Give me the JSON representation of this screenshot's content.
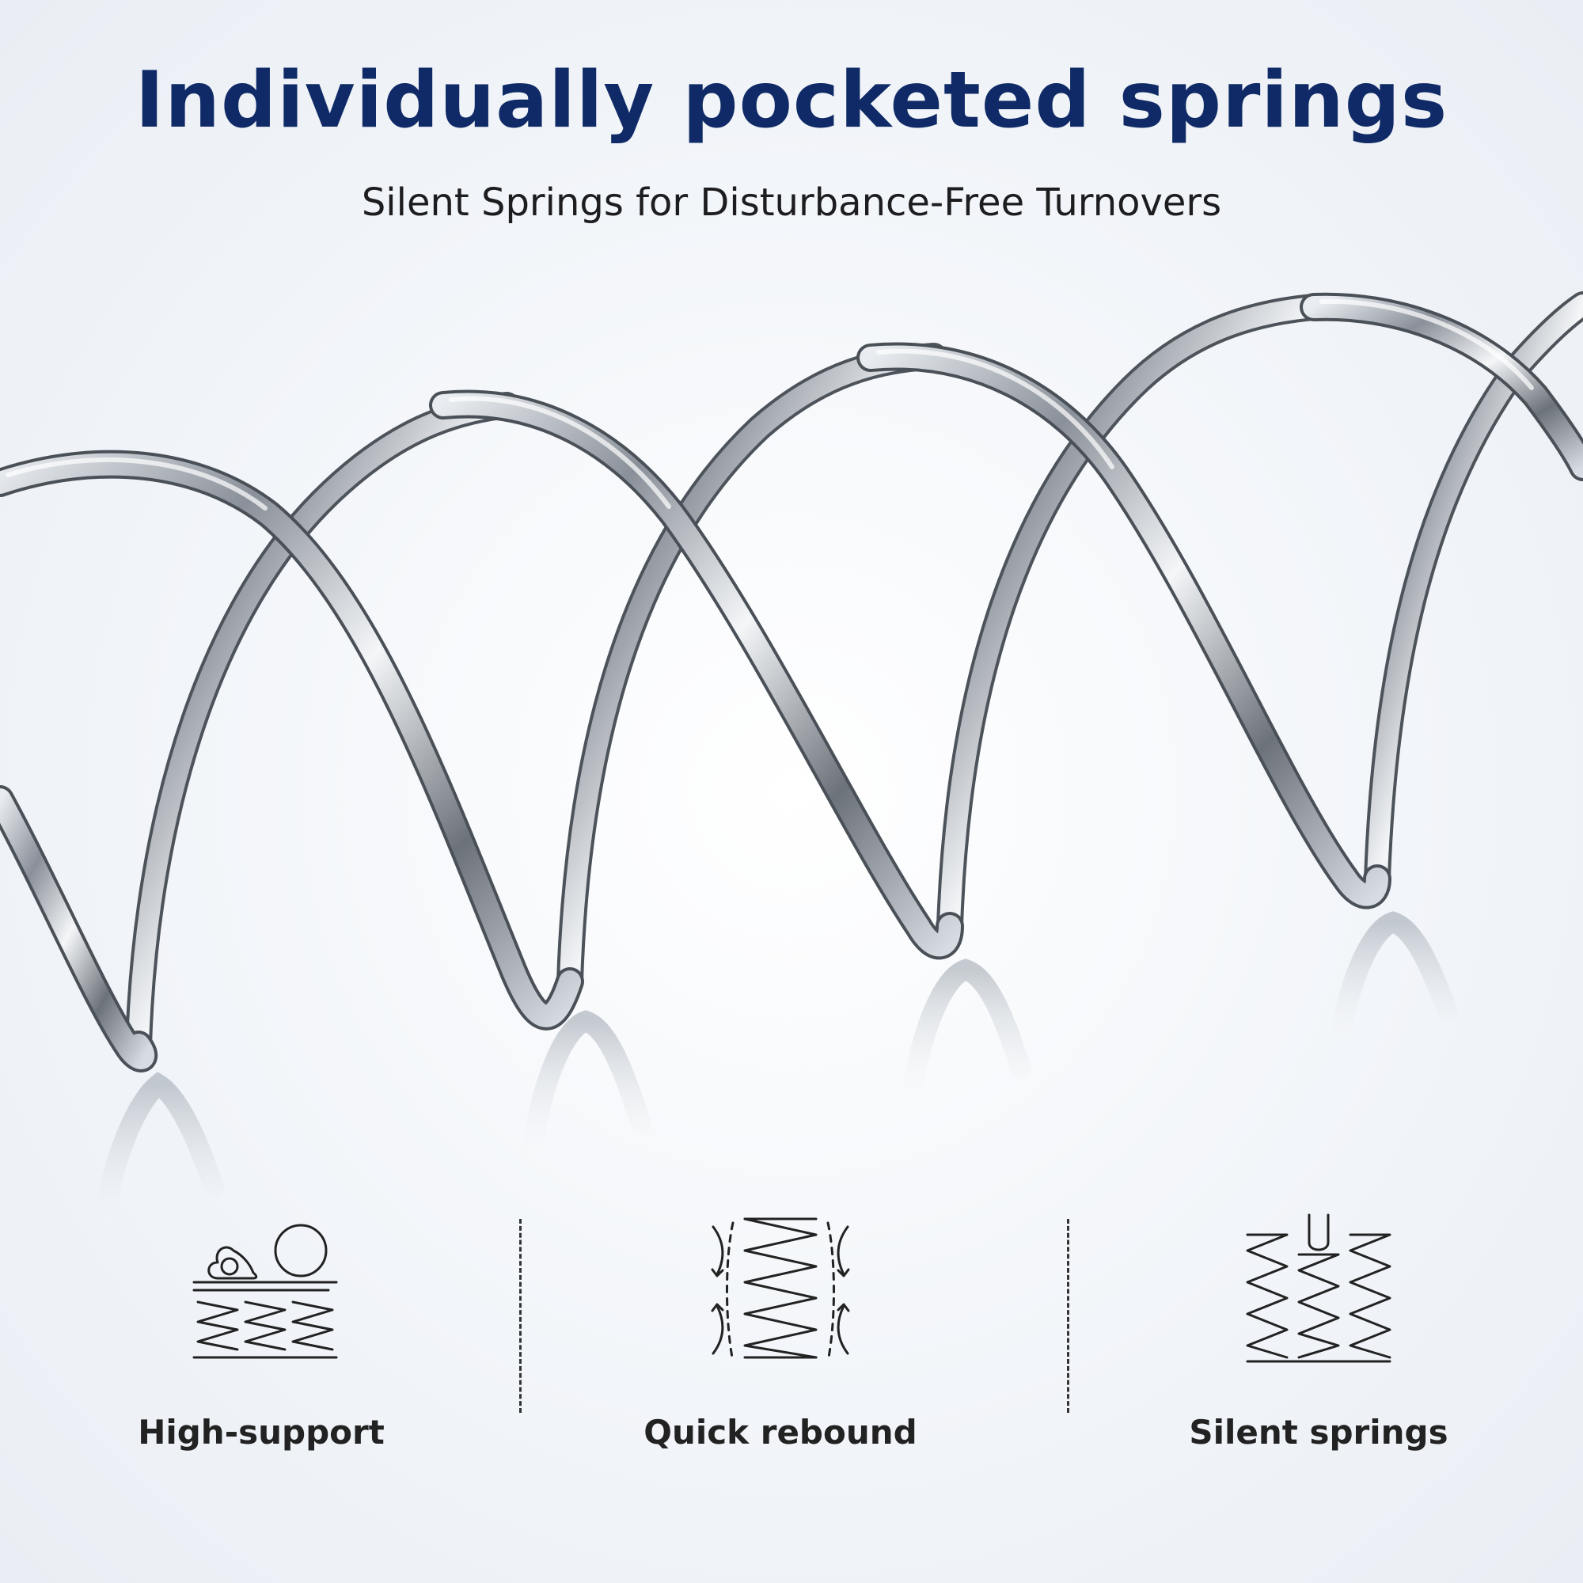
{
  "header": {
    "title": "Individually pocketed springs",
    "subtitle": "Silent Springs for Disturbance-Free Turnovers"
  },
  "colors": {
    "title": "#0f2a66",
    "text": "#1d1d1f",
    "icon_stroke": "#222222",
    "background": "#f2f5f9",
    "steel_dark": "#5b6168",
    "steel_light": "#eef1f4"
  },
  "features": [
    {
      "label": "High-support",
      "icon": "high-support-icon"
    },
    {
      "label": "Quick rebound",
      "icon": "quick-rebound-icon"
    },
    {
      "label": "Silent springs",
      "icon": "silent-springs-icon"
    }
  ]
}
